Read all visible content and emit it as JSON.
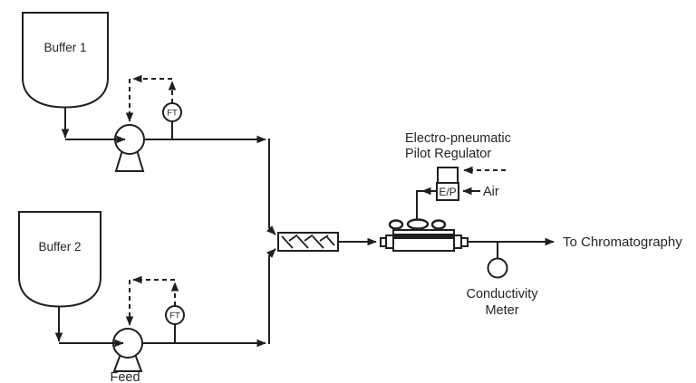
{
  "diagram": {
    "background": "#ffffff",
    "line_color": "#1f1f1f",
    "tanks": [
      {
        "label": "Buffer 1"
      },
      {
        "label": "Buffer 2"
      }
    ],
    "pumps": {
      "feed_label": "Feed"
    },
    "instruments": [
      {
        "tag": "FT"
      },
      {
        "tag": "FT"
      }
    ],
    "regulator": {
      "title_line1": "Electro-pneumatic",
      "title_line2": "Pilot Regulator",
      "box_label": "E/P",
      "air_label": "Air"
    },
    "outlet": {
      "label": "To Chromatography"
    },
    "meter": {
      "label_line1": "Conductivity",
      "label_line2": "Meter"
    }
  }
}
